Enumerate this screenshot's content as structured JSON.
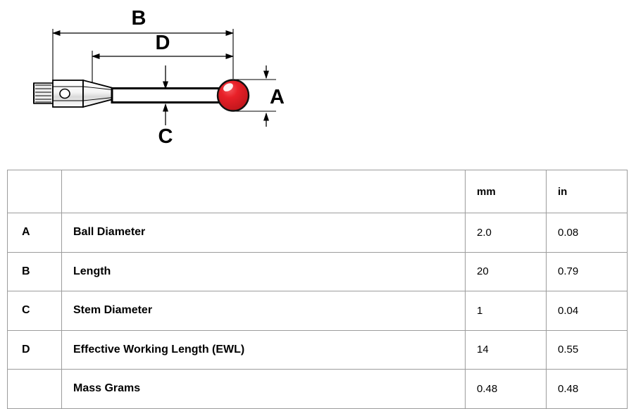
{
  "diagram": {
    "name": "touch-probe-stylus-dimension-drawing",
    "labels": {
      "a": "A",
      "b": "B",
      "c": "C",
      "d": "D"
    },
    "colors": {
      "ball": "#E82028",
      "ball_shade": "#B4161C",
      "ball_highlight": "#FFFFFF",
      "line": "#000000"
    },
    "parts": {
      "thread": "threaded-mount",
      "cone": "tapered-shank",
      "stem": "stem",
      "ball": "ruby-ball-tip"
    }
  },
  "table": {
    "name": "stylus-specifications",
    "headers": {
      "ref": "",
      "description": "",
      "mm": "mm",
      "in": "in"
    },
    "rows": [
      {
        "ref": "A",
        "description": "Ball Diameter",
        "mm": "2.0",
        "in": "0.08"
      },
      {
        "ref": "B",
        "description": "Length",
        "mm": "20",
        "in": "0.79"
      },
      {
        "ref": "C",
        "description": "Stem Diameter",
        "mm": "1",
        "in": "0.04"
      },
      {
        "ref": "D",
        "description": "Effective Working Length (EWL)",
        "mm": "14",
        "in": "0.55"
      },
      {
        "ref": "",
        "description": "Mass Grams",
        "mm": "0.48",
        "in": "0.48"
      }
    ]
  }
}
